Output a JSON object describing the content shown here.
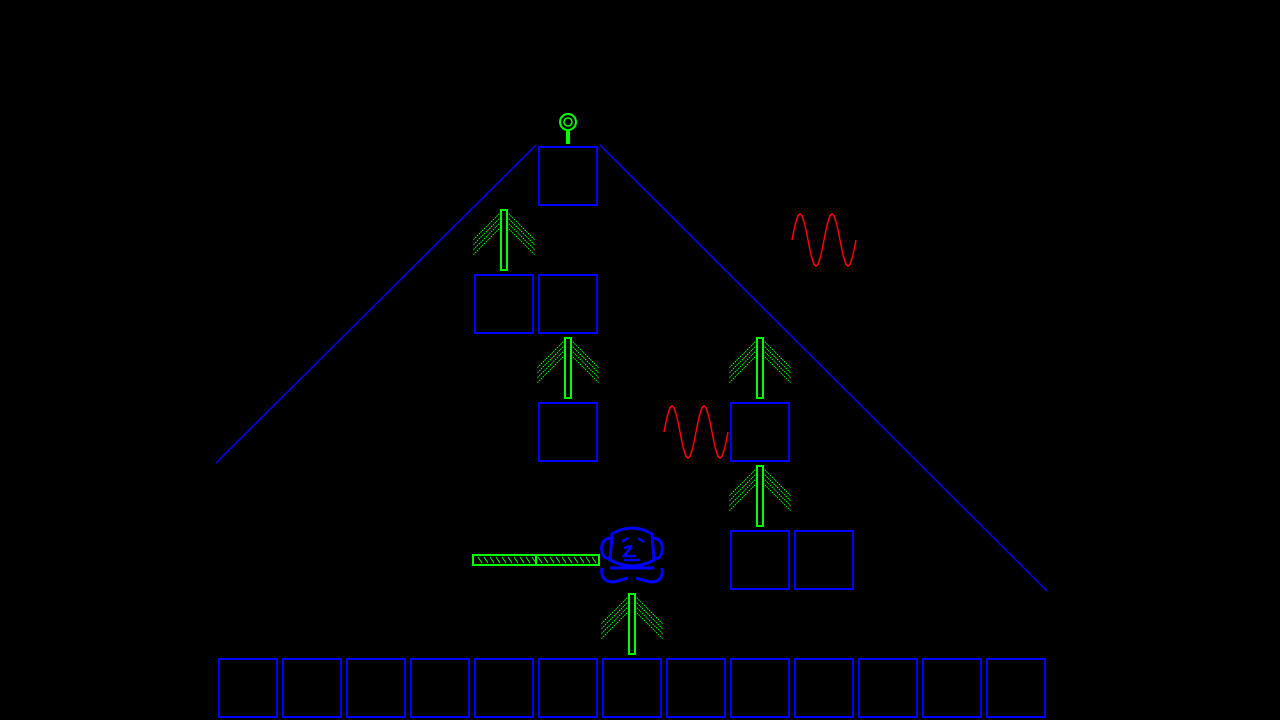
{
  "game": {
    "colors": {
      "background": "#000000",
      "block": "#0000ff",
      "slope": "#0000ff",
      "arrow": "#00ff00",
      "bar": "#00ff00",
      "wave": "#ff0000",
      "goal": "#00ff00",
      "player": "#0000ff"
    },
    "entities": [
      "goal-flag",
      "blocks",
      "up-arrow-springs",
      "red-wave-hazards",
      "green-hatched-platform",
      "player-character",
      "slope-lines"
    ]
  }
}
